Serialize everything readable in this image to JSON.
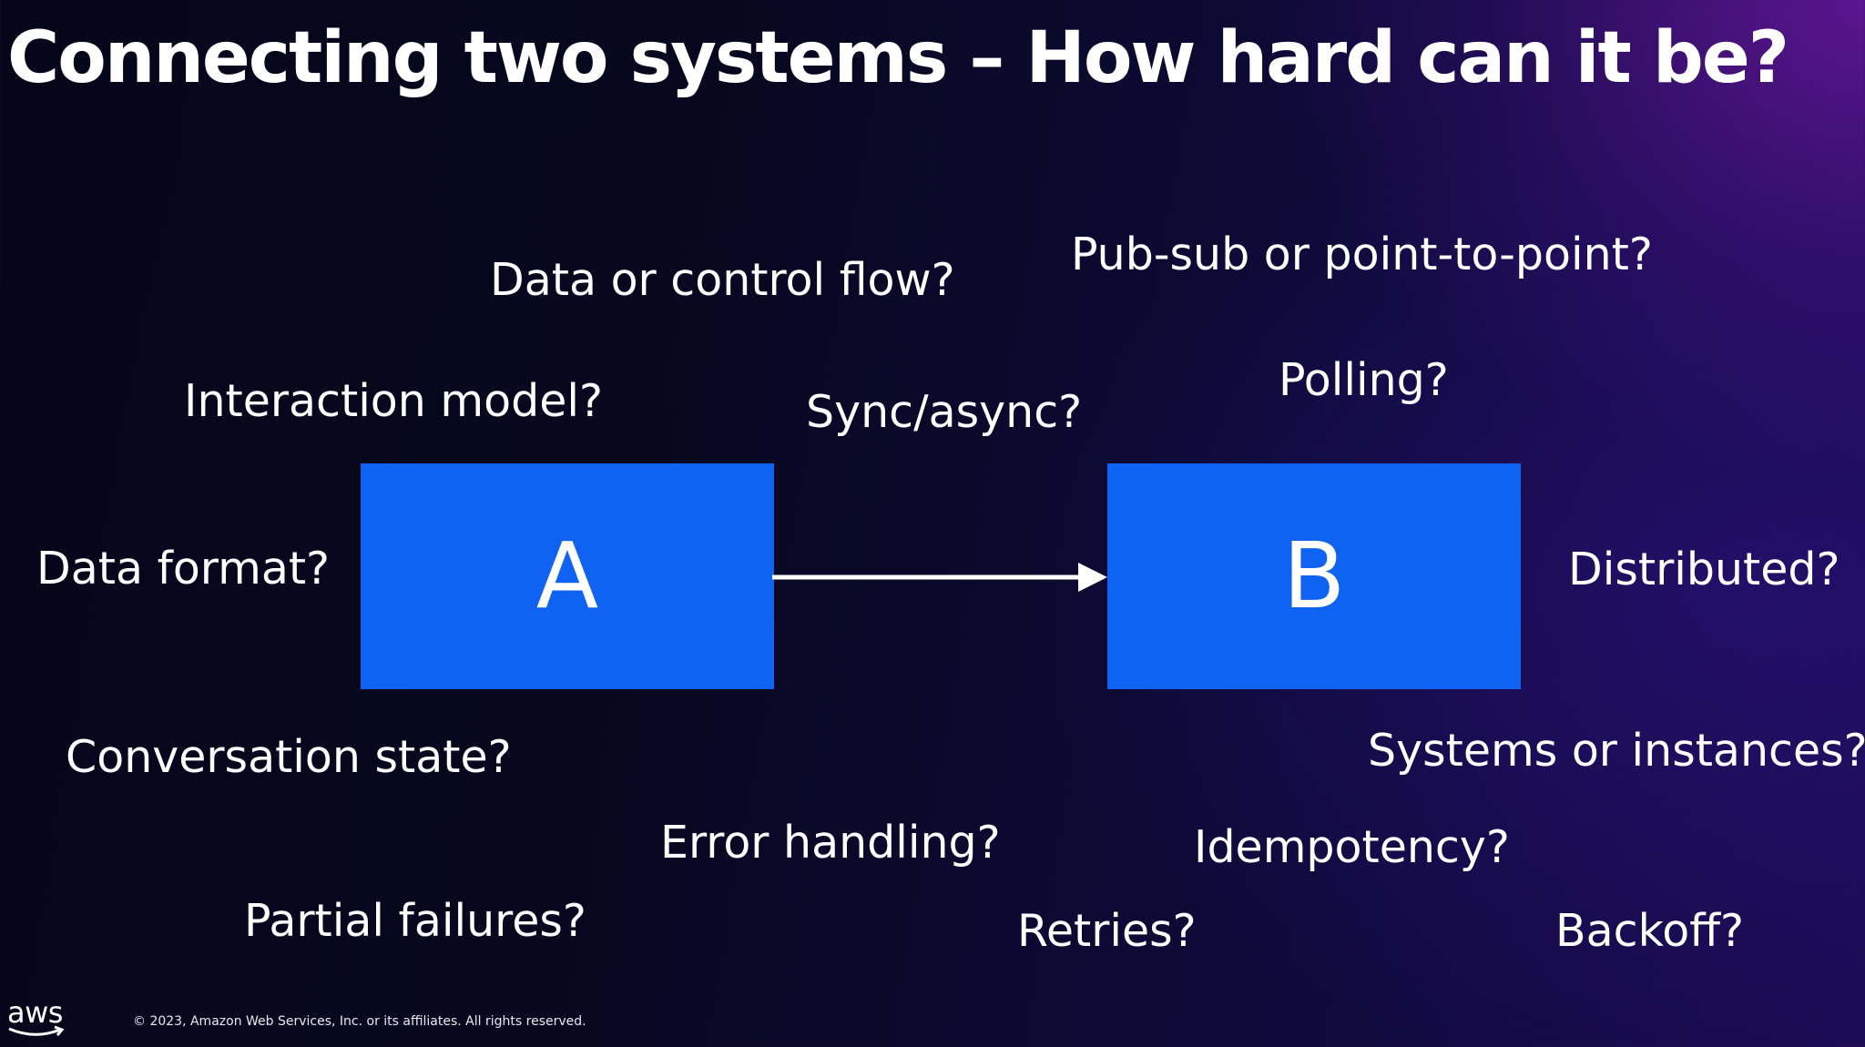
{
  "title": "Connecting two systems – How hard can it be?",
  "systems": {
    "a": "A",
    "b": "B"
  },
  "questions": {
    "data_or_control_flow": "Data or control flow?",
    "pub_sub": "Pub-sub or point-to-point?",
    "interaction_model": "Interaction model?",
    "sync_async": "Sync/async?",
    "polling": "Polling?",
    "data_format": "Data format?",
    "distributed": "Distributed?",
    "conversation_state": "Conversation state?",
    "systems_or_instances": "Systems or instances?",
    "error_handling": "Error handling?",
    "idempotency": "Idempotency?",
    "partial_failures": "Partial failures?",
    "retries": "Retries?",
    "backoff": "Backoff?"
  },
  "footer": {
    "logo": "aws",
    "copyright": "© 2023, Amazon Web Services, Inc. or its affiliates. All rights reserved."
  },
  "colors": {
    "box": "#0f62f2",
    "text": "#ffffff"
  }
}
